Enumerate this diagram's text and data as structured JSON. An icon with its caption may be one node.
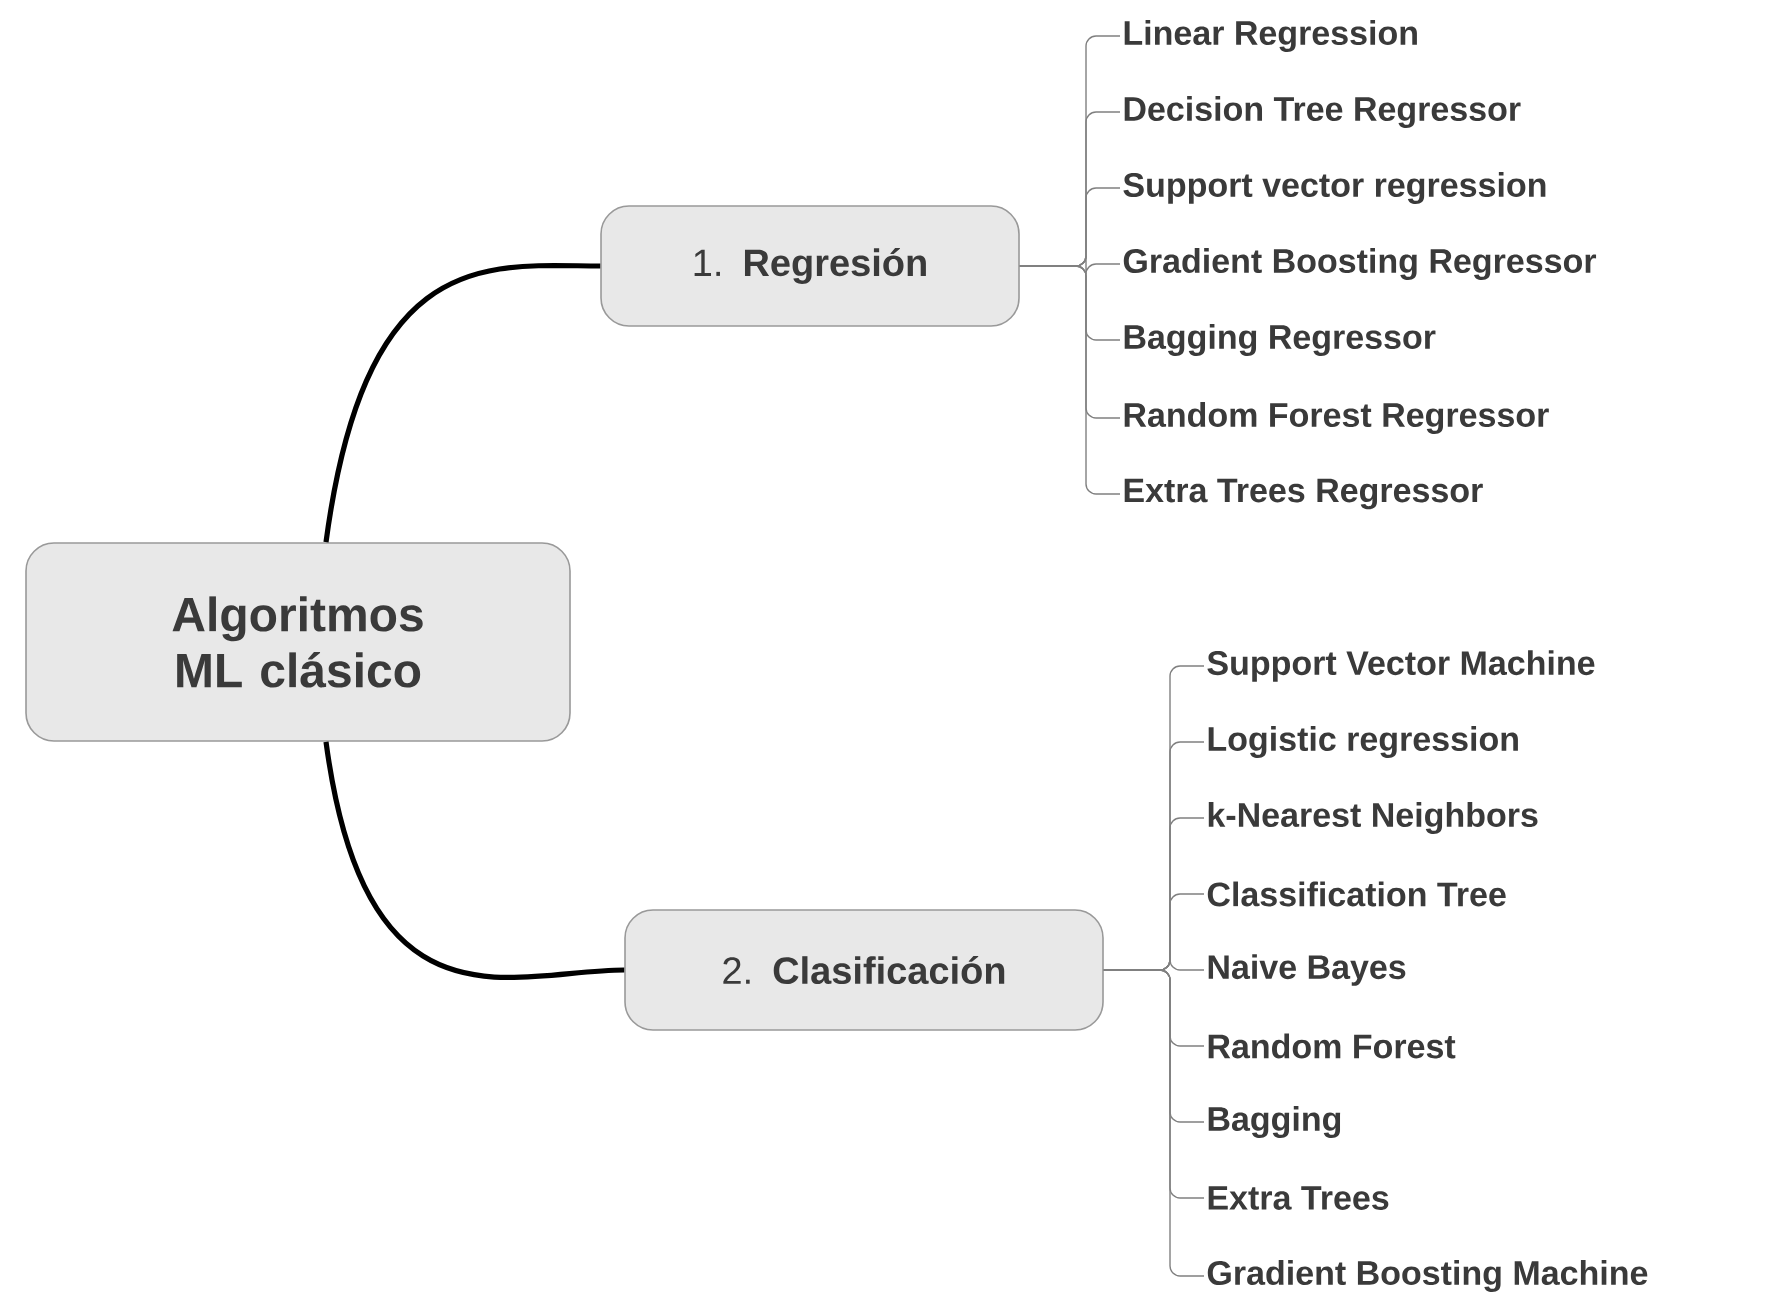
{
  "diagram": {
    "nodes": [
      {
        "text": [
          "Algoritmos ML clásico"
        ]
      },
      {
        "text": [
          "1. **Regresión**"
        ]
      },
      {
        "text": [
          "2. **Clasificación**"
        ]
      },
      {
        "text": [
          "Linear Regression"
        ]
      },
      {
        "text": [
          "Decision Tree Regressor"
        ]
      },
      {
        "text": [
          "Support vector regression"
        ]
      },
      {
        "text": [
          "Gradient Boosting Regressor"
        ]
      },
      {
        "text": [
          "Bagging Regressor"
        ]
      },
      {
        "text": [
          "Random Forest Regressor"
        ]
      },
      {
        "text": [
          "Extra Trees Regressor"
        ]
      },
      {
        "text": [
          "Support Vector Machine"
        ]
      },
      {
        "text": [
          "Logistic regression"
        ]
      },
      {
        "text": [
          "k-Nearest Neighbors"
        ]
      },
      {
        "text": [
          "Classification Tree"
        ]
      },
      {
        "text": [
          "Naive Bayes"
        ]
      },
      {
        "text": [
          "Random Forest"
        ]
      },
      {
        "text": [
          "Bagging"
        ]
      },
      {
        "text": [
          "Extra Trees"
        ]
      },
      {
        "text": [
          "Gradient Boosting Machine"
        ]
      }
    ],
    "edges": [
      {
        "from": 0,
        "to": 1,
        "arrow": "none",
        "style": "thick",
        "color": "#000000"
      },
      {
        "from": 0,
        "to": 2,
        "arrow": "none",
        "style": "thick",
        "color": "#000000"
      },
      {
        "from": 1,
        "to": 3,
        "arrow": "none"
      },
      {
        "from": 1,
        "to": 4,
        "arrow": "none"
      },
      {
        "from": 1,
        "to": 5,
        "arrow": "none"
      },
      {
        "from": 1,
        "to": 6,
        "arrow": "none"
      },
      {
        "from": 1,
        "to": 7,
        "arrow": "none"
      },
      {
        "from": 1,
        "to": 8,
        "arrow": "none"
      },
      {
        "from": 1,
        "to": 9,
        "arrow": "none"
      },
      {
        "from": 2,
        "to": 10,
        "arrow": "none"
      },
      {
        "from": 2,
        "to": 11,
        "arrow": "none"
      },
      {
        "from": 2,
        "to": 12,
        "arrow": "none"
      },
      {
        "from": 2,
        "to": 13,
        "arrow": "none"
      },
      {
        "from": 2,
        "to": 14,
        "arrow": "none"
      },
      {
        "from": 2,
        "to": 15,
        "arrow": "none"
      },
      {
        "from": 2,
        "to": 16,
        "arrow": "none"
      },
      {
        "from": 2,
        "to": 17,
        "arrow": "none"
      },
      {
        "from": 2,
        "to": 18,
        "arrow": "none"
      }
    ]
  }
}
